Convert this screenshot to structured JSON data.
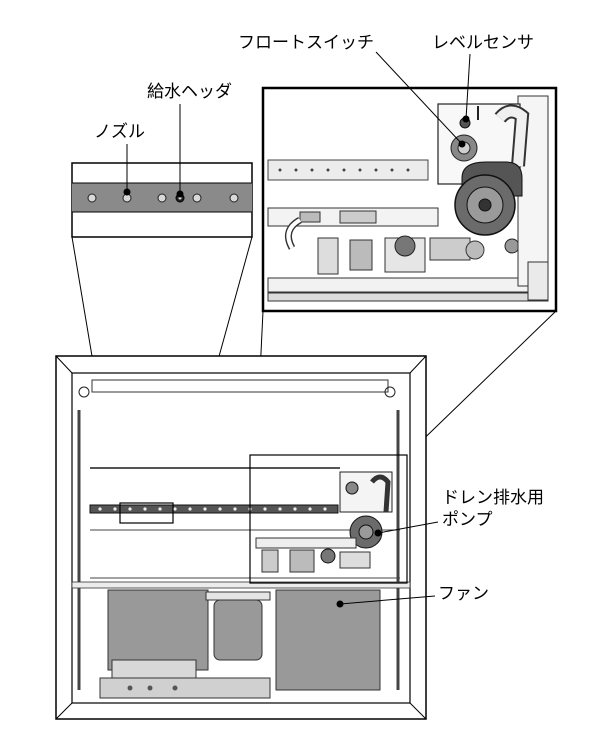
{
  "labels": {
    "float_switch": "フロートスイッチ",
    "level_sensor": "レベルセンサ",
    "supply_header": "給水ヘッダ",
    "nozzle": "ノズル",
    "drain_pump_line1": "ドレン排水用",
    "drain_pump_line2": "ポンプ",
    "fan": "ファン"
  },
  "colors": {
    "line": "#000000",
    "panel_gray": "#8a8a8a",
    "fan_gray": "#999999",
    "light_gray": "#d6d6d6",
    "pump_dark": "#5a5a5a"
  }
}
